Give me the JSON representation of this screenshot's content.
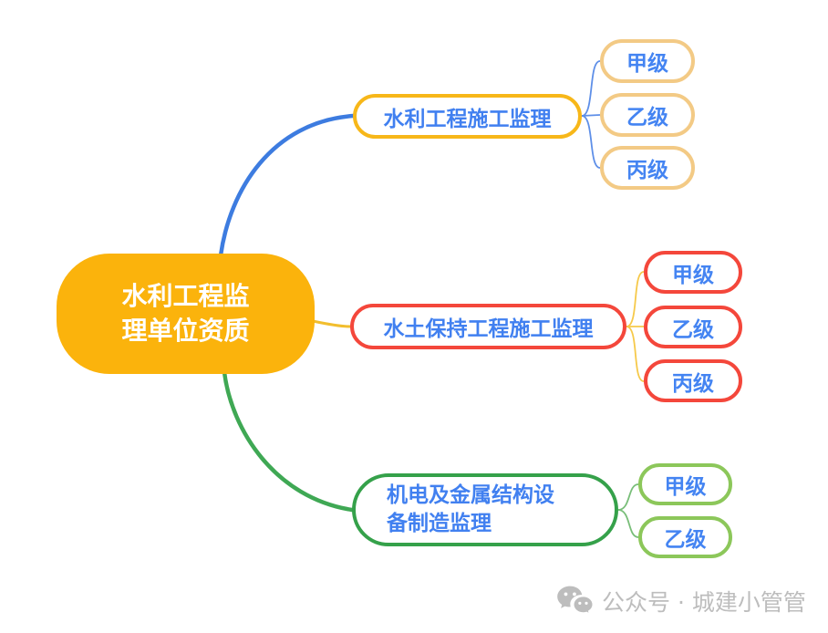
{
  "root": {
    "label": "水利工程监理单位资质",
    "label_lines": [
      "水利工程监",
      "理单位资质"
    ],
    "fill_color": "#FBB30C",
    "text_color": "#FFFFFF"
  },
  "branches": [
    {
      "label": "水利工程施工监理",
      "border_color": "#F7B719",
      "text_color": "#4180F0",
      "connector_color": "#3D7CE0",
      "child_connector_color": "#5E8FE8",
      "child_border_color": "#F3CA85",
      "children": [
        {
          "label": "甲级"
        },
        {
          "label": "乙级"
        },
        {
          "label": "丙级"
        }
      ]
    },
    {
      "label": "水土保持工程施工监理",
      "border_color": "#F4473B",
      "text_color": "#4180F0",
      "connector_color": "#F2BE2E",
      "child_connector_color": "#F6C94A",
      "child_border_color": "#F4473B",
      "children": [
        {
          "label": "甲级"
        },
        {
          "label": "乙级"
        },
        {
          "label": "丙级"
        }
      ]
    },
    {
      "label": "机电及金属结构设备制造监理",
      "label_lines": [
        "机电及金属结构设",
        "备制造监理"
      ],
      "border_color": "#35A14A",
      "text_color": "#4180F0",
      "connector_color": "#3FA854",
      "child_connector_color": "#79BE79",
      "child_border_color": "#8CC75A",
      "children": [
        {
          "label": "甲级"
        },
        {
          "label": "乙级"
        }
      ]
    }
  ],
  "watermark": {
    "icon": "wechat-icon",
    "text": "公众号 · 城建小管管",
    "color": "#BDBDBD"
  }
}
